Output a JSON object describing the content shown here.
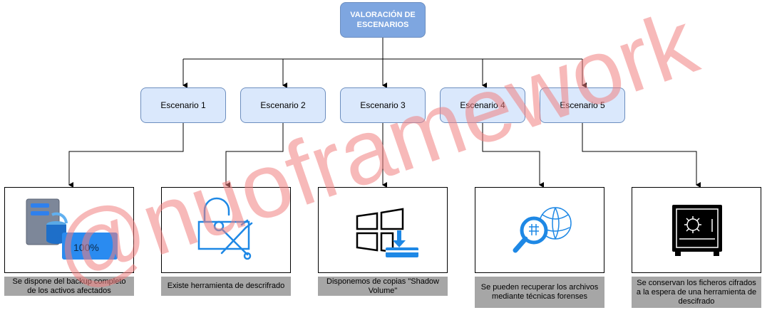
{
  "root": {
    "title": "VALORACIÓN DE ESCENARIOS"
  },
  "scenarios": [
    {
      "label": "Escenario 1"
    },
    {
      "label": "Escenario 2"
    },
    {
      "label": "Escenario 3"
    },
    {
      "label": "Escenario 4"
    },
    {
      "label": "Escenario 5"
    }
  ],
  "outcomes": [
    {
      "icon": "server-backup-icon",
      "badge": "100%",
      "caption": "Se dispone del backup completo de los activos afectados"
    },
    {
      "icon": "unlock-tools-icon",
      "caption": "Existe herramienta de descrifrado"
    },
    {
      "icon": "windows-download-icon",
      "caption": "Disponemos de copias \"Shadow Volume\""
    },
    {
      "icon": "forensic-search-icon",
      "caption": "Se pueden recuperar los archivos mediante técnicas forenses"
    },
    {
      "icon": "safe-vault-icon",
      "caption": "Se conservan los ficheros cifrados a la espera de una herramienta de descifrado"
    }
  ],
  "watermark": {
    "text": "@nuoframework",
    "color": "#f08080"
  },
  "colors": {
    "root_fill": "#7ea6e0",
    "scenario_fill": "#dae8fc",
    "scenario_stroke": "#6c8ebf",
    "caption_fill": "#a6a6a6",
    "icon_blue": "#1e88e5"
  }
}
